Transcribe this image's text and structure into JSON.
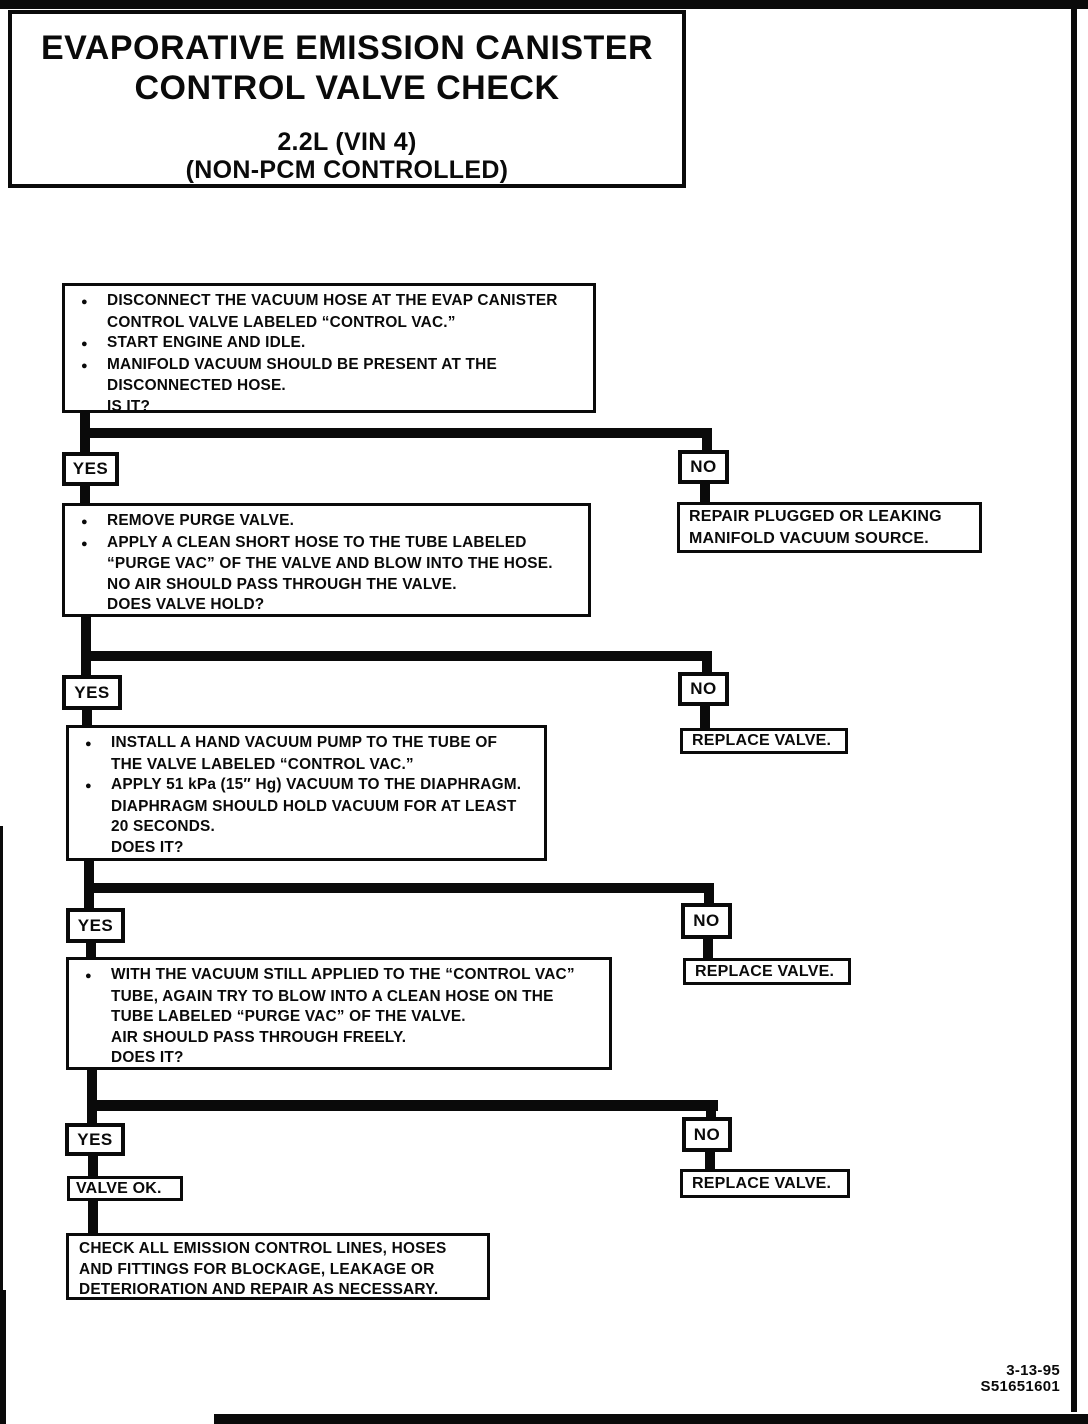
{
  "page": {
    "title_line1": "EVAPORATIVE EMISSION CANISTER",
    "title_line2": "CONTROL VALVE CHECK",
    "subtitle_line1": "2.2L (VIN 4)",
    "subtitle_line2": "(NON-PCM CONTROLLED)"
  },
  "labels": {
    "yes": "YES",
    "no": "NO"
  },
  "steps": [
    {
      "lines": [
        {
          "bullet": "●",
          "text": "DISCONNECT THE VACUUM HOSE AT THE EVAP CANISTER"
        },
        {
          "bullet": "",
          "text": "CONTROL VALVE LABELED “CONTROL VAC.”"
        },
        {
          "bullet": "●",
          "text": "START ENGINE AND IDLE."
        },
        {
          "bullet": "●",
          "text": "MANIFOLD VACUUM SHOULD BE PRESENT AT THE"
        },
        {
          "bullet": "",
          "text": "DISCONNECTED HOSE."
        },
        {
          "bullet": "",
          "text": "IS IT?"
        }
      ]
    },
    {
      "lines": [
        {
          "bullet": "●",
          "text": "REMOVE PURGE VALVE."
        },
        {
          "bullet": "●",
          "text": "APPLY A CLEAN SHORT HOSE TO THE TUBE LABELED"
        },
        {
          "bullet": "",
          "text": "“PURGE VAC” OF THE VALVE AND BLOW INTO THE HOSE."
        },
        {
          "bullet": "",
          "text": "NO AIR SHOULD PASS THROUGH THE VALVE."
        },
        {
          "bullet": "",
          "text": "DOES VALVE HOLD?"
        }
      ]
    },
    {
      "lines": [
        {
          "bullet": "●",
          "text": "INSTALL A HAND VACUUM PUMP TO THE TUBE OF"
        },
        {
          "bullet": "",
          "text": "THE VALVE LABELED “CONTROL VAC.”"
        },
        {
          "bullet": "●",
          "text": "APPLY 51 kPa (15″ Hg) VACUUM TO THE DIAPHRAGM."
        },
        {
          "bullet": "",
          "text": "DIAPHRAGM SHOULD HOLD VACUUM FOR AT LEAST"
        },
        {
          "bullet": "",
          "text": "20 SECONDS."
        },
        {
          "bullet": "",
          "text": "DOES IT?"
        }
      ]
    },
    {
      "lines": [
        {
          "bullet": "●",
          "text": "WITH THE VACUUM STILL APPLIED TO THE “CONTROL VAC”"
        },
        {
          "bullet": "",
          "text": "TUBE, AGAIN TRY TO BLOW INTO A CLEAN HOSE ON THE"
        },
        {
          "bullet": "",
          "text": "TUBE LABELED “PURGE VAC” OF THE VALVE."
        },
        {
          "bullet": "",
          "text": "AIR SHOULD PASS THROUGH FREELY."
        },
        {
          "bullet": "",
          "text": "DOES IT?"
        }
      ]
    }
  ],
  "results": {
    "repair_line1": "REPAIR PLUGGED OR LEAKING",
    "repair_line2": "MANIFOLD VACUUM SOURCE.",
    "replace_valve": "REPLACE VALVE.",
    "valve_ok": "VALVE OK.",
    "final_line1": "CHECK ALL EMISSION CONTROL LINES, HOSES",
    "final_line2": "AND FITTINGS FOR BLOCKAGE, LEAKAGE OR",
    "final_line3": "DETERIORATION AND REPAIR AS NECESSARY."
  },
  "footer": {
    "date": "3-13-95",
    "doc_number": "S51651601"
  }
}
